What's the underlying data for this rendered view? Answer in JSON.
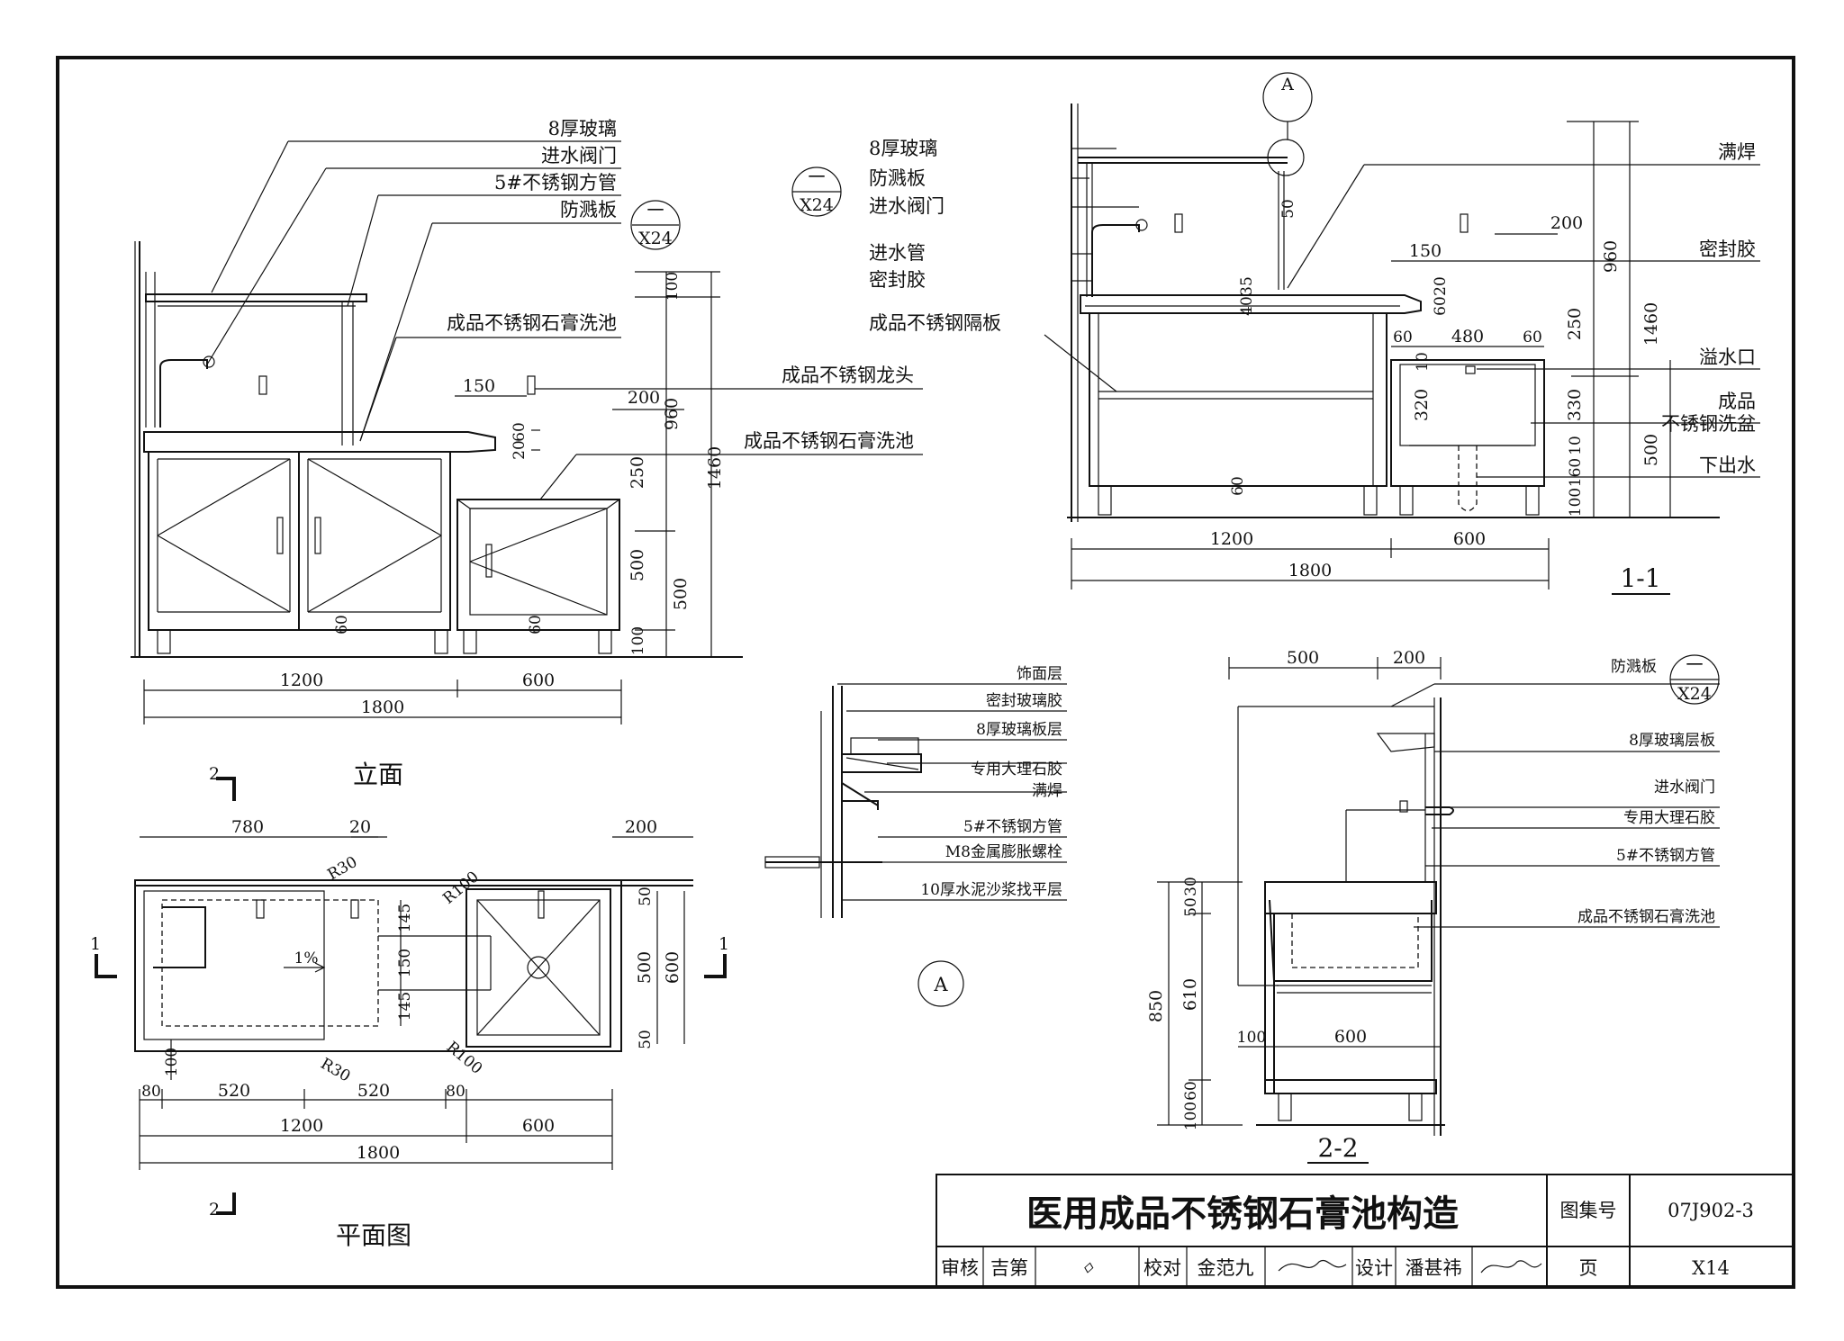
{
  "elevation": {
    "title": "立面",
    "labels": [
      "8厚玻璃",
      "进水阀门",
      "5#不锈钢方管",
      "防溅板",
      "成品不锈钢石膏洗池",
      "成品不锈钢龙头",
      "成品不锈钢石膏洗池"
    ],
    "ref_circle": {
      "top": "一",
      "bottom": "X24"
    },
    "dims": {
      "d1200": "1200",
      "d600": "600",
      "d1800": "1800",
      "d150": "150",
      "d200": "200",
      "d100": "100",
      "d960": "960",
      "d1460": "1460",
      "d60": "60",
      "d20": "20",
      "d250": "250",
      "d500a": "500",
      "d500b": "500",
      "d60b": "60",
      "d60c": "60",
      "d100b": "100"
    }
  },
  "plan": {
    "title": "平面图",
    "section_marks": {
      "s2": "2",
      "s1": "1"
    },
    "dims": {
      "d780": "780",
      "d20": "20",
      "d200": "200",
      "r30a": "R30",
      "r30b": "R30",
      "r100a": "R100",
      "r100b": "R100",
      "slope": "1%",
      "d145a": "145",
      "d150": "150",
      "d145b": "145",
      "d50a": "50",
      "d500": "500",
      "d600v": "600",
      "d50b": "50",
      "d100": "100",
      "d80a": "80",
      "d520a": "520",
      "d520b": "520",
      "d80b": "80",
      "d1200": "1200",
      "d600": "600",
      "d1800": "1800"
    }
  },
  "section_11": {
    "title": "1-1",
    "ref_a": "A",
    "ref_circle": {
      "top": "一",
      "bottom": "X24"
    },
    "labels_left": [
      "8厚玻璃",
      "防溅板",
      "进水阀门",
      "进水管",
      "密封胶",
      "成品不锈钢隔板"
    ],
    "labels_right": [
      "满焊",
      "密封胶",
      "溢水口",
      "成品",
      "不锈钢洗盆",
      "下出水"
    ],
    "dims": {
      "d50": "50",
      "d40": "40",
      "d35": "35",
      "d200": "200",
      "d150": "150",
      "d60": "60",
      "d20": "20",
      "d480": "480",
      "d60b": "60",
      "d60c": "60",
      "d250": "250",
      "d10a": "10",
      "d320": "320",
      "d330": "330",
      "d10b": "10",
      "d160": "160",
      "d100": "100",
      "d960": "960",
      "d1460": "1460",
      "d500": "500",
      "d60d": "60",
      "d1200": "1200",
      "d600": "600",
      "d1800": "1800"
    }
  },
  "detail_a": {
    "ref": "A",
    "labels": [
      "饰面层",
      "密封玻璃胶",
      "8厚玻璃板层",
      "专用大理石胶",
      "满焊",
      "5#不锈钢方管",
      "M8金属膨胀螺栓",
      "10厚水泥沙浆找平层"
    ]
  },
  "section_22": {
    "title": "2-2",
    "ref_circle": {
      "top": "一",
      "bottom": "X24"
    },
    "labels": [
      "防溅板",
      "8厚玻璃层板",
      "进水阀门",
      "专用大理石胶",
      "5#不锈钢方管",
      "成品不锈钢石膏洗池"
    ],
    "dims": {
      "d500": "500",
      "d200": "200",
      "d50": "50",
      "d30": "30",
      "d610": "610",
      "d850": "850",
      "d100": "100",
      "d600": "600",
      "d100b": "100",
      "d60": "60"
    }
  },
  "title_block": {
    "title": "医用成品不锈钢石膏池构造",
    "atlas_label": "图集号",
    "atlas_no": "07J902-3",
    "review_label": "审核",
    "reviewer": "吉第",
    "check_label": "校对",
    "checker": "金范九",
    "design_label": "设计",
    "designer": "潘甚祎",
    "page_label": "页",
    "page_no": "X14"
  }
}
